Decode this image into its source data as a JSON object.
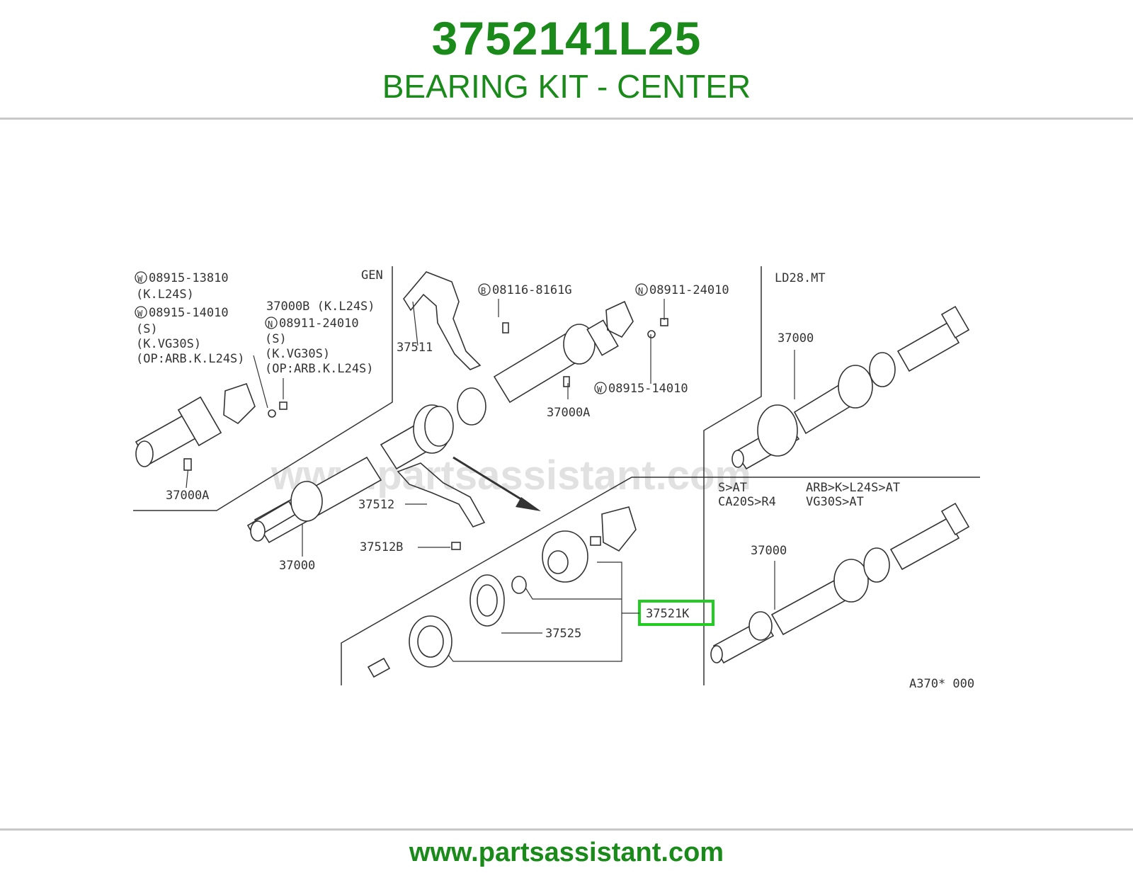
{
  "header": {
    "part_number": "3752141L25",
    "part_name": "BEARING KIT - CENTER"
  },
  "footer": {
    "url": "www.partsassistant.com"
  },
  "diagram": {
    "watermark": "www.partsassistant.com",
    "section_labels": {
      "gen": "GEN",
      "ld28": "LD28.MT",
      "at_left_1": "S>AT",
      "at_left_2": "CA20S>R4",
      "at_right_1": "ARB>K>L24S>AT",
      "at_right_2": "VG30S>AT"
    },
    "notes": {
      "w1": "08915-13810",
      "w1_note": "(K.L24S)",
      "w2": "08915-14010",
      "w2_note1": "(S)",
      "w2_note2": "(K.VG30S)",
      "w2_note3": "(OP:ARB.K.L24S)",
      "b37000b": "37000B (K.L24S)",
      "n1": "08911-24010",
      "n1_note1": "(S)",
      "n1_note2": "(K.VG30S)",
      "n1_note3": "(OP:ARB.K.L24S)",
      "b2": "08116-8161G",
      "n2": "08911-24010",
      "w3": "08915-14010"
    },
    "symbols": {
      "w": "W",
      "n": "N",
      "b": "B"
    },
    "part_labels": {
      "p37511": "37511",
      "p37000a_top": "37000A",
      "p37000a_left": "37000A",
      "p37512": "37512",
      "p37512b": "37512B",
      "p37000_main": "37000",
      "p37000_ld28": "37000",
      "p37000_at": "37000",
      "p37525": "37525",
      "p37521k": "37521K"
    },
    "figure_code": "A370* 000"
  },
  "colors": {
    "brand_green": "#1a8a1a",
    "highlight_green": "#22cc22",
    "line": "#333333",
    "rule": "#c8c8c8"
  }
}
